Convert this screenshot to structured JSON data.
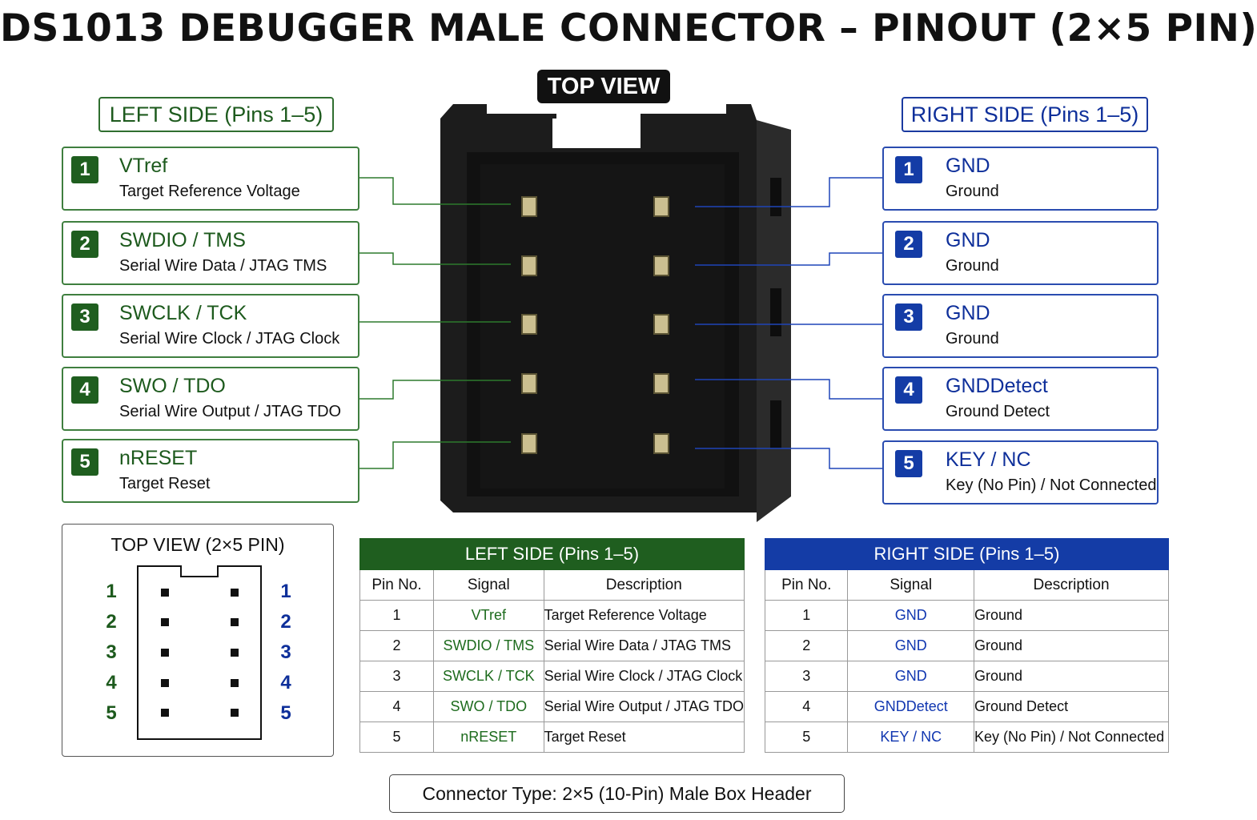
{
  "title": "DS1013  DEBUGGER MALE CONNECTOR – PINOUT (2×5 PIN)",
  "top_view_label": "TOP VIEW",
  "left_header": "LEFT SIDE (Pins 1–5)",
  "right_header": "RIGHT SIDE (Pins 1–5)",
  "left_pins": [
    {
      "num": "1",
      "signal": "VTref",
      "desc": "Target Reference Voltage"
    },
    {
      "num": "2",
      "signal": "SWDIO / TMS",
      "desc": "Serial Wire Data / JTAG TMS"
    },
    {
      "num": "3",
      "signal": "SWCLK / TCK",
      "desc": "Serial Wire Clock / JTAG Clock"
    },
    {
      "num": "4",
      "signal": "SWO / TDO",
      "desc": "Serial Wire Output / JTAG TDO"
    },
    {
      "num": "5",
      "signal": "nRESET",
      "desc": "Target Reset"
    }
  ],
  "right_pins": [
    {
      "num": "1",
      "signal": "GND",
      "desc": "Ground"
    },
    {
      "num": "2",
      "signal": "GND",
      "desc": "Ground"
    },
    {
      "num": "3",
      "signal": "GND",
      "desc": "Ground"
    },
    {
      "num": "4",
      "signal": "GNDDetect",
      "desc": "Ground Detect"
    },
    {
      "num": "5",
      "signal": "KEY / NC",
      "desc": "Key (No Pin) / Not Connected"
    }
  ],
  "diagram": {
    "title": "TOP VIEW (2×5 PIN)",
    "left_numbers": [
      "1",
      "2",
      "3",
      "4",
      "5"
    ],
    "right_numbers": [
      "1",
      "2",
      "3",
      "4",
      "5"
    ]
  },
  "table_columns": {
    "pin": "Pin No.",
    "signal": "Signal",
    "description": "Description"
  },
  "footer": "Connector Type: 2×5 (10-Pin) Male Box Header",
  "colors": {
    "left_accent": "#1f5e1f",
    "right_accent": "#143ca6",
    "connector_body": "#1a1a1a",
    "pin_metal": "#c9bd8e"
  }
}
